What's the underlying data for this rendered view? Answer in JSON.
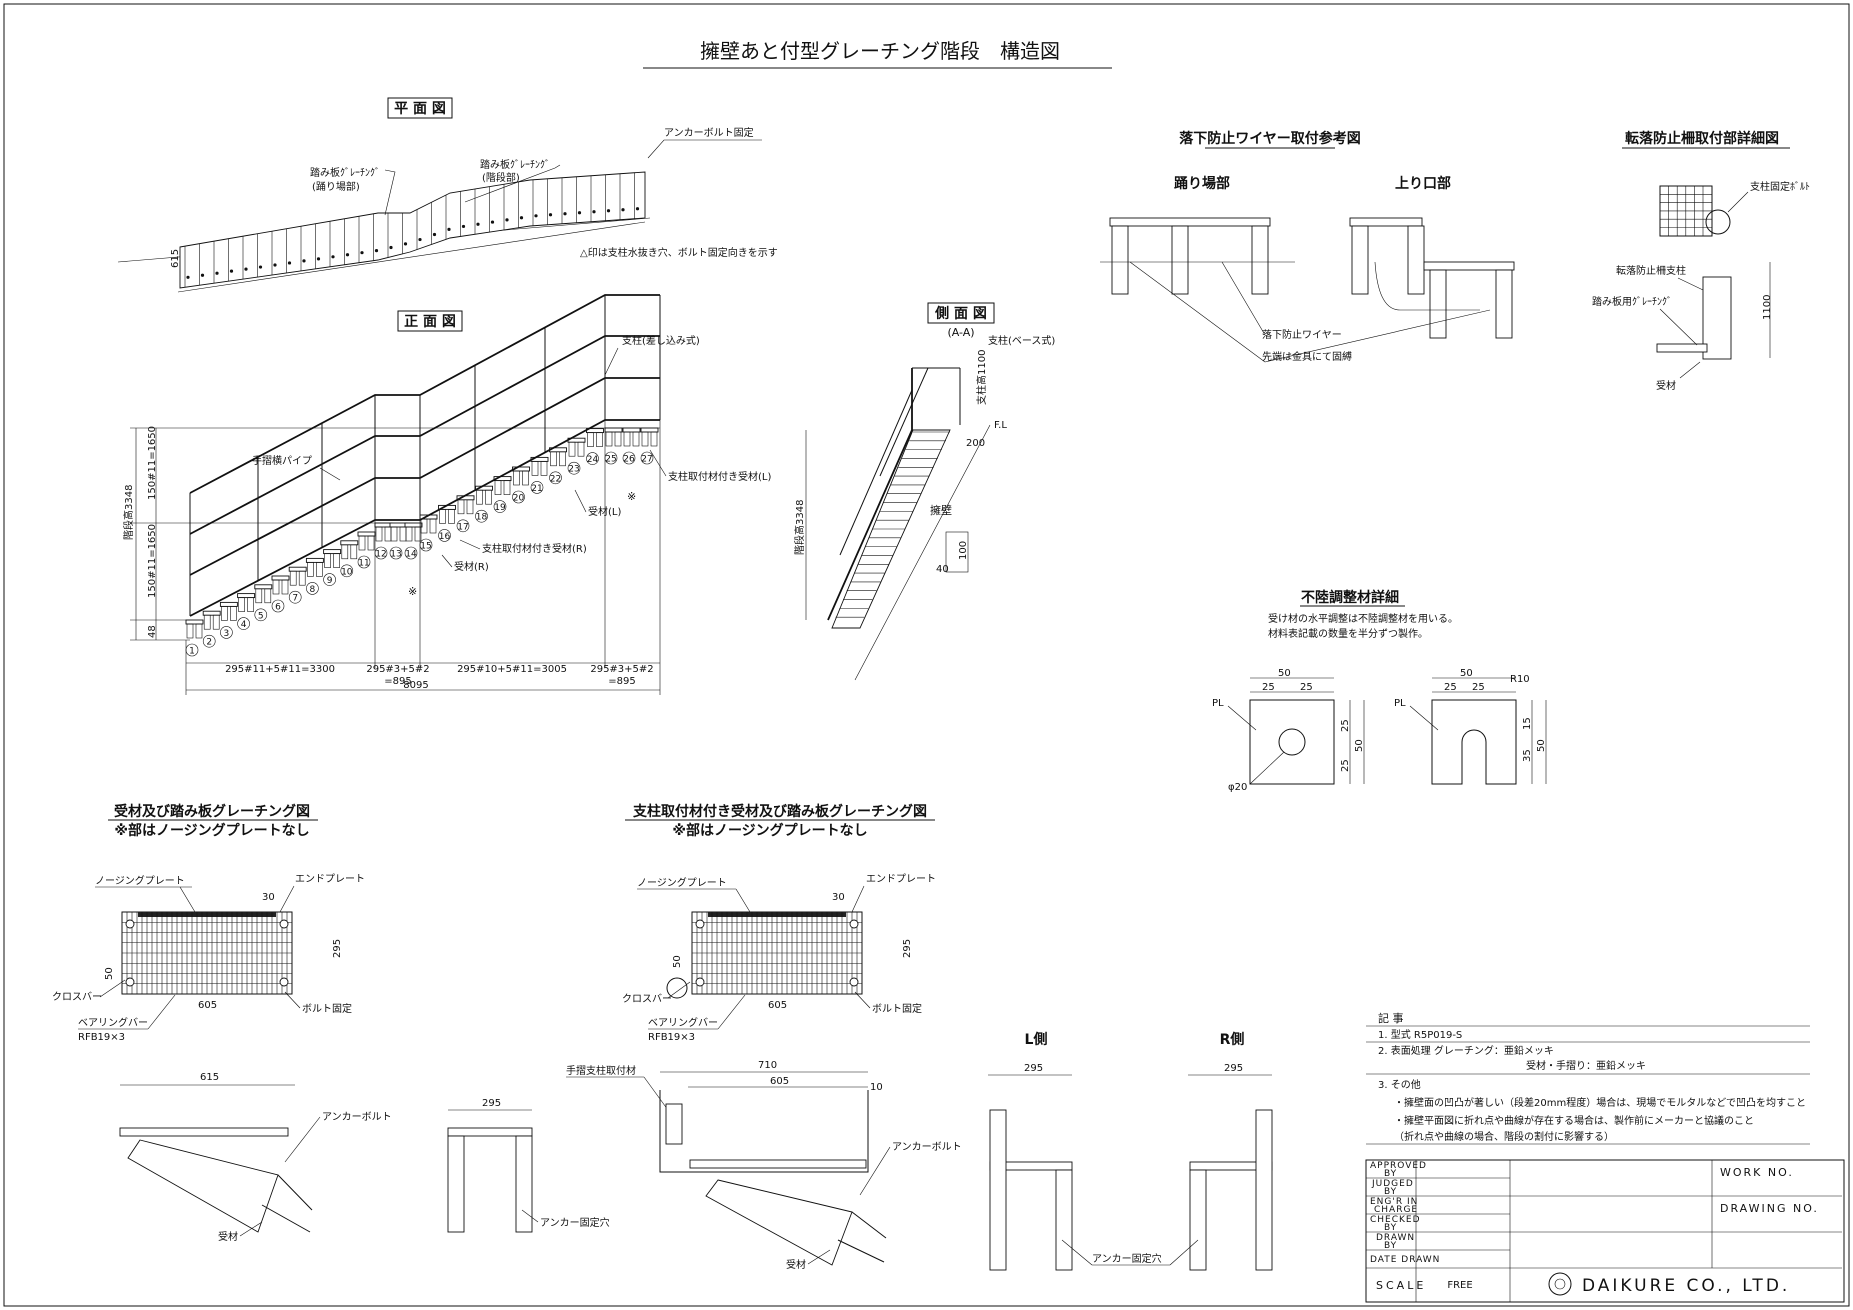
{
  "title": "擁壁あと付型グレーチング階段　構造図",
  "plan": {
    "label": "平 面 図",
    "callout_landing": "踏み板ｸﾞﾚｰﾁﾝｸﾞ",
    "callout_landing_sub": "(踊り場部)",
    "callout_stair": "踏み板ｸﾞﾚｰﾁﾝｸﾞ",
    "callout_stair_sub": "(階段部)",
    "anchor": "アンカーボルト固定",
    "dim_615": "615",
    "note": "△印は支柱水抜き穴、ボルト固定向きを示す"
  },
  "front": {
    "label": "正 面 図",
    "post": "支柱(差し込み式)",
    "handrail": "手摺横パイプ",
    "receiver_post_l": "支柱取付材付き受材(L)",
    "receiver_l": "受材(L)",
    "receiver_post_r": "支柱取付材付き受材(R)",
    "receiver_r": "受材(R)",
    "dim_upper": "150#11=1650",
    "dim_lower": "150#11=1650",
    "dim_total_h": "階段高3348",
    "dim_48": "48",
    "dim_a": "295#11+5#11=3300",
    "dim_b": "295#3+5#2",
    "dim_b2": "=895",
    "dim_c": "295#10+5#11=3005",
    "dim_d": "295#3+5#2",
    "dim_d2": "=895",
    "dim_total": "8095",
    "mark": "※",
    "mark2": "※",
    "step_numbers": [
      "1",
      "2",
      "3",
      "4",
      "5",
      "6",
      "7",
      "8",
      "9",
      "10",
      "11",
      "12",
      "13",
      "14",
      "15",
      "16",
      "17",
      "18",
      "19",
      "20",
      "21",
      "22",
      "23",
      "24",
      "25",
      "26",
      "27"
    ]
  },
  "side": {
    "label": "側 面 図",
    "section": "(A-A)",
    "post": "支柱(ベース式)",
    "post_h": "支柱高1100",
    "fl": "F.L",
    "dim_200": "200",
    "wall": "擁壁",
    "dim_100": "100",
    "dim_40": "40",
    "height": "階段高3348"
  },
  "wire": {
    "title": "落下防止ワイヤー取付参考図",
    "landing": "踊り場部",
    "entry": "上り口部",
    "wire": "落下防止ワイヤー",
    "fix": "先端は金具にて固縛"
  },
  "fence": {
    "title": "転落防止柵取付部詳細図",
    "bolt": "支柱固定ﾎﾞﾙﾄ",
    "post": "転落防止柵支柱",
    "grating": "踏み板用ｸﾞﾚｰﾁﾝｸﾞ",
    "dim_1100": "1100",
    "receiver": "受材"
  },
  "adjust": {
    "title": "不陸調整材詳細",
    "note1": "受け材の水平調整は不陸調整材を用いる。",
    "note2": "材料表記載の数量を半分ずつ製作。",
    "pl1": "PL",
    "pl2": "PL",
    "d50a": "50",
    "d25a": "25",
    "d25b": "25",
    "d25c": "25",
    "d25d": "25",
    "d50b": "50",
    "phi": "φ20",
    "d50c": "50",
    "d25e": "25",
    "d25f": "25",
    "r10": "R10",
    "d15": "15",
    "d35": "35",
    "d50d": "50"
  },
  "grating1": {
    "title": "受材及び踏み板グレーチング図",
    "sub": "※部はノージングプレートなし",
    "nosing": "ノージングプレート",
    "end": "エンドプレート",
    "d30": "30",
    "d295": "295",
    "d50": "50",
    "cross": "クロスバー",
    "d605": "605",
    "bolt": "ボルト固定",
    "bearing": "ベアリングバー",
    "rfb": "RFB19×3",
    "d615": "615",
    "anchor": "アンカーボルト",
    "receiver": "受材",
    "d295b": "295",
    "hole": "アンカー固定穴"
  },
  "grating2": {
    "title": "支柱取付材付き受材及び踏み板グレーチング図",
    "sub": "※部はノージングプレートなし",
    "nosing": "ノージングプレート",
    "end": "エンドプレート",
    "d30": "30",
    "d295": "295",
    "d50": "50",
    "cross": "クロスバー",
    "d605": "605",
    "bolt": "ボルト固定",
    "bearing": "ベアリングバー",
    "rfb": "RFB19×3",
    "post_mount": "手摺支柱取付材",
    "d710": "710",
    "d605b": "605",
    "d10": "10",
    "anchor": "アンカーボルト",
    "receiver": "受材"
  },
  "lr": {
    "l": "L側",
    "r": "R側",
    "d295l": "295",
    "d295r": "295",
    "hole": "アンカー固定穴"
  },
  "notes": {
    "head": "記 事",
    "n1": "1. 型式  R5P019-S",
    "n2": "2. 表面処理  グレーチング：亜鉛メッキ",
    "n2b": "受材・手摺り：亜鉛メッキ",
    "n3": "3. その他",
    "n3a": "・擁壁面の凹凸が著しい（段差20mm程度）場合は、現場でモルタルなどで凹凸を均すこと",
    "n3b": "・擁壁平面図に折れ点や曲線が存在する場合は、製作前にメーカーと協議のこと",
    "n3c": "（折れ点や曲線の場合、階段の割付に影響する）"
  },
  "titleblock": {
    "approved": "APPROVED",
    "approved_by": "BY",
    "judged": "JUDGED",
    "judged_by": "BY",
    "eng": "ENG'R IN",
    "eng2": "CHARGE",
    "checked": "CHECKED",
    "checked_by": "BY",
    "drawn": "DRAWN",
    "drawn_by": "BY",
    "date": "DATE DRAWN",
    "scale": "SCALE",
    "scale_val": "FREE",
    "work": "WORK NO.",
    "drawing": "DRAWING NO.",
    "company": "DAIKURE CO., LTD."
  }
}
